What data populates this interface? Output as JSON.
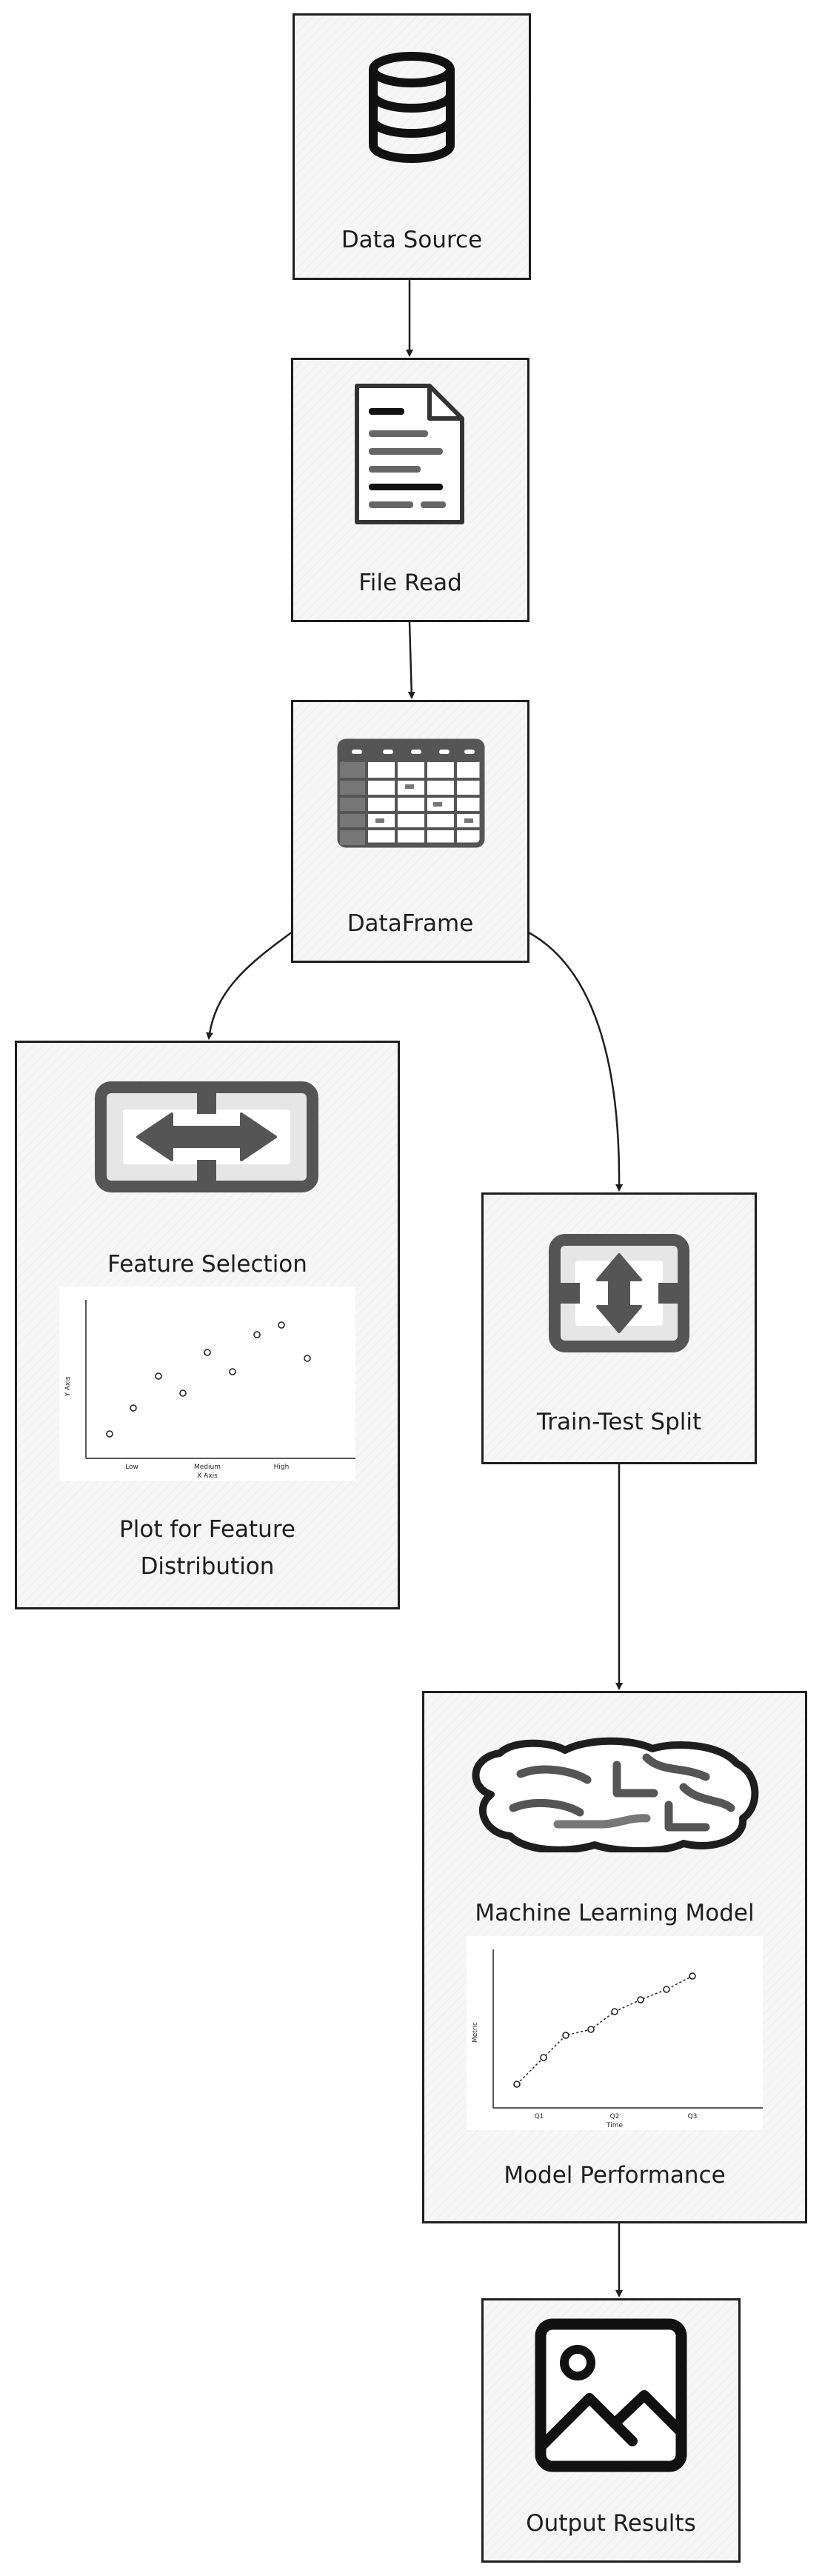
{
  "nodes": {
    "data_source": {
      "label": "Data Source",
      "icon": "database-icon"
    },
    "file_read": {
      "label": "File Read",
      "icon": "document-icon"
    },
    "dataframe": {
      "label": "DataFrame",
      "icon": "table-icon"
    },
    "feature_selection": {
      "label": "Feature Selection",
      "icon": "horizontal-arrows-icon",
      "plot_label": "Plot for Feature Distribution"
    },
    "train_test_split": {
      "label": "Train-Test Split",
      "icon": "vertical-arrows-icon"
    },
    "ml_model": {
      "label": "Machine Learning Model",
      "icon": "brain-icon",
      "plot_label": "Model Performance"
    },
    "output_results": {
      "label": "Output Results",
      "icon": "image-icon"
    }
  },
  "feature_plot": {
    "type": "scatter",
    "xlabel": "X Axis",
    "ylabel": "Y Axis",
    "x_ticks": [
      "Low",
      "Medium",
      "High"
    ]
  },
  "performance_plot": {
    "type": "line",
    "xlabel": "Time",
    "ylabel": "Metric",
    "x_ticks": [
      "Q1",
      "Q2",
      "Q3"
    ]
  },
  "edges": [
    {
      "from": "Data Source",
      "to": "File Read"
    },
    {
      "from": "File Read",
      "to": "DataFrame"
    },
    {
      "from": "DataFrame",
      "to": "Feature Selection"
    },
    {
      "from": "DataFrame",
      "to": "Train-Test Split"
    },
    {
      "from": "Train-Test Split",
      "to": "Machine Learning Model"
    },
    {
      "from": "Machine Learning Model",
      "to": "Output Results"
    }
  ],
  "colors": {
    "stroke": "#1e1e1e",
    "fill": "#f6f6f6",
    "icon_gray": "#555555"
  }
}
